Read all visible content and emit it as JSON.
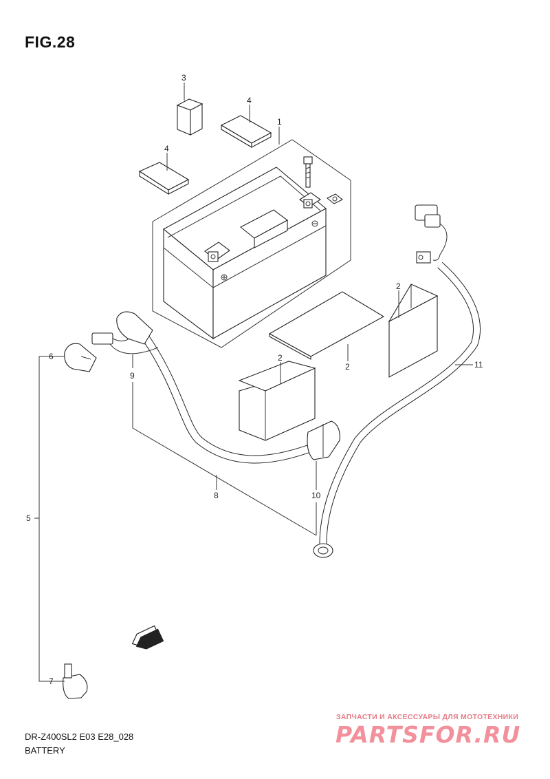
{
  "figure": {
    "title": "FIG.28",
    "model_code": "DR-Z400SL2 E03 E28_028",
    "section_name": "BATTERY"
  },
  "callouts": [
    "1",
    "2",
    "2",
    "2",
    "2",
    "3",
    "4",
    "4",
    "5",
    "6",
    "7",
    "8",
    "9",
    "10",
    "11"
  ],
  "fwd_label": "FWD",
  "watermark": {
    "tagline": "ЗАПЧАСТИ И АКСЕССУАРЫ ДЛЯ МОТОТЕХНИКИ",
    "site": "PARTSFOR.RU"
  }
}
